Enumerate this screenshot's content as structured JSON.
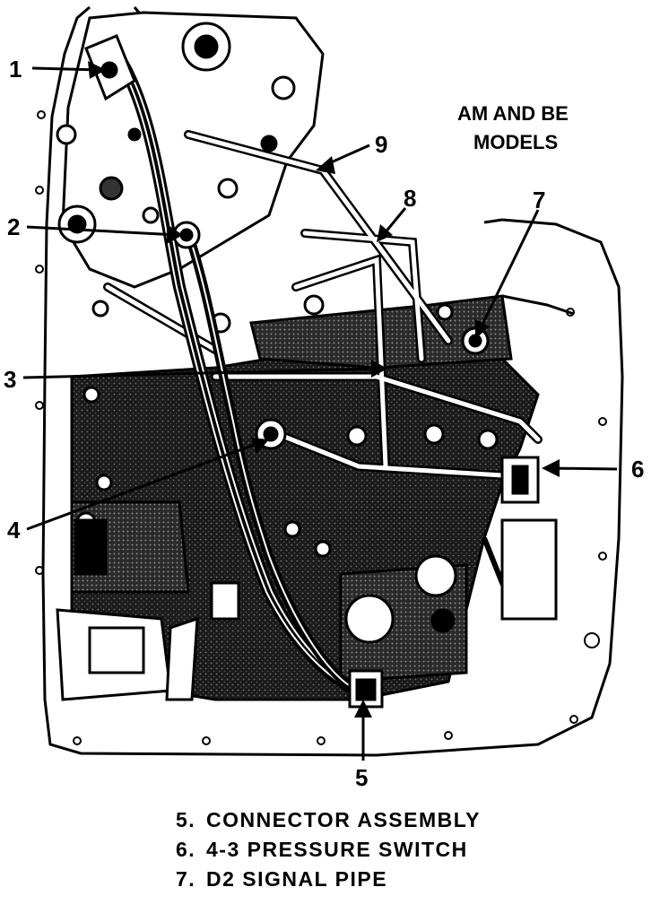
{
  "models_label": {
    "line1": "AM AND BE",
    "line2": "MODELS"
  },
  "callouts": [
    "1",
    "2",
    "3",
    "4",
    "5",
    "6",
    "7",
    "8",
    "9"
  ],
  "legend": [
    {
      "number": "5.",
      "text": "CONNECTOR ASSEMBLY"
    },
    {
      "number": "6.",
      "text": "4-3 PRESSURE SWITCH"
    },
    {
      "number": "7.",
      "text": "D2 SIGNAL PIPE"
    }
  ]
}
